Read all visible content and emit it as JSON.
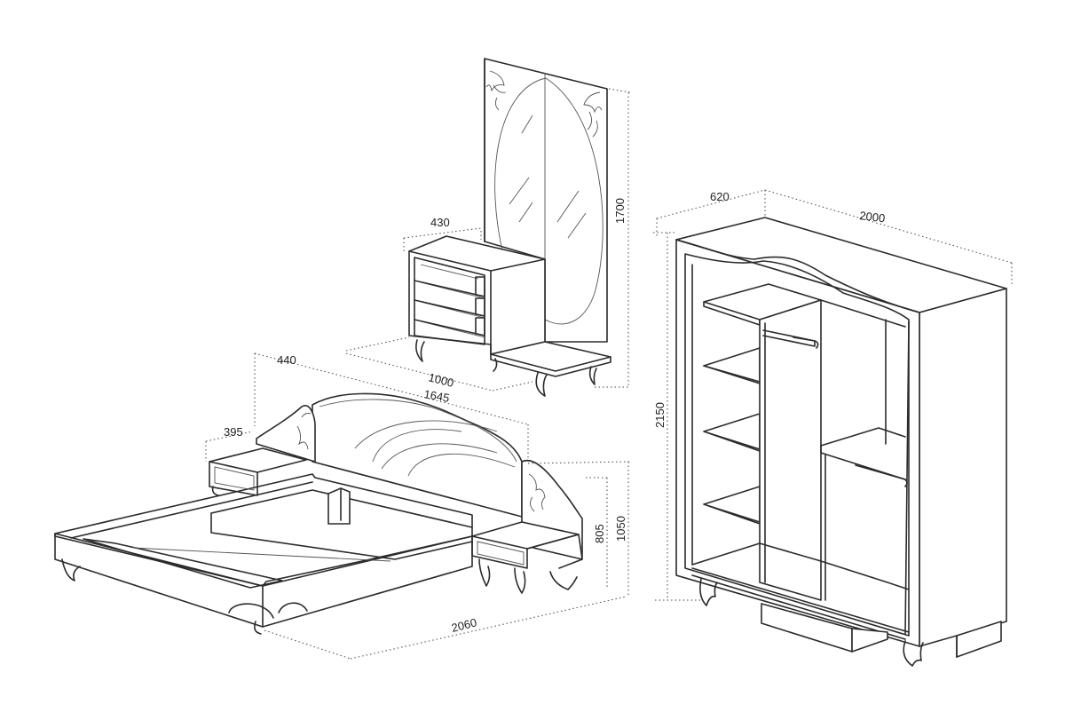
{
  "dimensions": {
    "mirror_height": "1700",
    "dresser_depth": "430",
    "dresser_width": "1000",
    "nightstand_depth": "395",
    "headboard_depth": "440",
    "bed_width": "1645",
    "nightstand_height": "805",
    "headboard_height": "1050",
    "bed_length": "2060",
    "wardrobe_depth": "620",
    "wardrobe_width": "2000",
    "wardrobe_height": "2150"
  },
  "colors": {
    "line": "#2b2b2b",
    "dimension": "#444444",
    "background": "#ffffff"
  }
}
